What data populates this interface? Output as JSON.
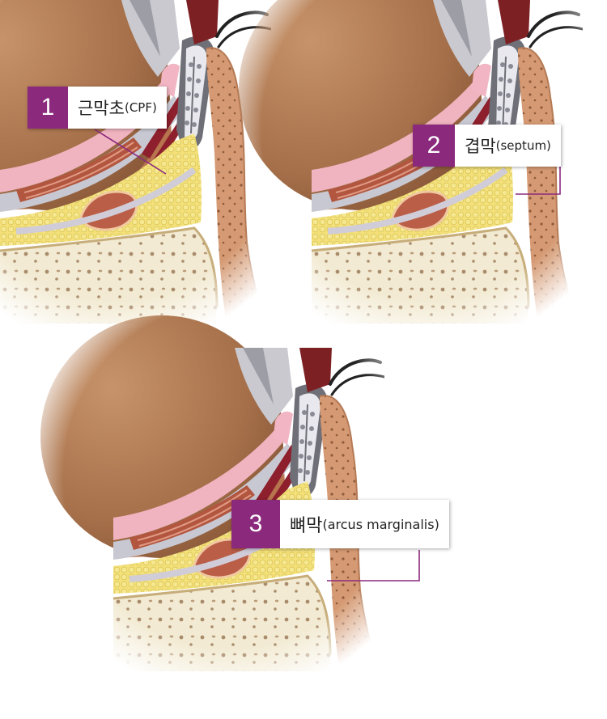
{
  "colors": {
    "accent": "#8b2a7d",
    "skin": "#d59a73",
    "muscle": "#a85a43",
    "fat": "#f1dd6a",
    "bone": "#f3ecd6",
    "fascia": "#c9c9d4",
    "eyeball": "#9e6a45"
  },
  "labels": [
    {
      "number": "1",
      "korean": "근막초",
      "english": "(CPF)"
    },
    {
      "number": "2",
      "korean": "겹막",
      "english": "(septum)"
    },
    {
      "number": "3",
      "korean": "뼈막",
      "english": "(arcus marginalis)"
    }
  ]
}
